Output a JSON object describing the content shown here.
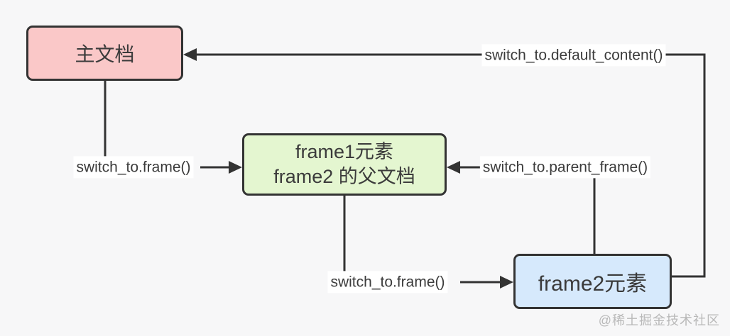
{
  "diagram": {
    "background_color": "#f7f7f8",
    "line_color": "#333333",
    "label_background": "#ffffff",
    "nodes": [
      {
        "id": "main-document",
        "label": "主文档",
        "fill": "#fac8c8"
      },
      {
        "id": "frame1-element",
        "lines": [
          "frame1元素",
          "frame2 的父文档"
        ],
        "fill": "#e4f6d0"
      },
      {
        "id": "frame2-element",
        "label": "frame2元素",
        "fill": "#d6e9fc"
      }
    ],
    "edges": [
      {
        "id": "default-content",
        "label": "switch_to.default_content()",
        "from": "frame2-element",
        "to": "main-document"
      },
      {
        "id": "frame-into-frame1",
        "label": "switch_to.frame()",
        "from": "main-document",
        "to": "frame1-element"
      },
      {
        "id": "parent-frame",
        "label": "switch_to.parent_frame()",
        "from": "frame2-element",
        "to": "frame1-element"
      },
      {
        "id": "frame-into-frame2",
        "label": "switch_to.frame()",
        "from": "frame1-element",
        "to": "frame2-element"
      }
    ]
  },
  "watermark": {
    "text": "@稀土掘金技术社区",
    "color": "#b9b9b9"
  }
}
